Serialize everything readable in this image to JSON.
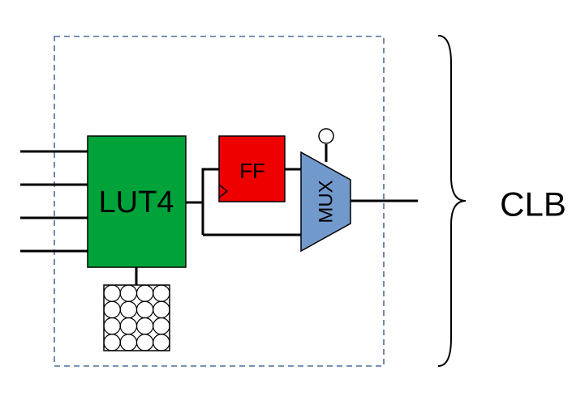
{
  "lut": {
    "label": "LUT4"
  },
  "ff": {
    "label": "FF"
  },
  "mux": {
    "label": "MUX"
  },
  "clb": {
    "label": "CLB"
  },
  "colors": {
    "lut_fill": "#00a33a",
    "ff_fill": "#ee0000",
    "mux_fill": "#7199cc",
    "boundary_stroke": "#4a6e9a",
    "wire": "#000000"
  },
  "icons": {
    "memory": "sram-cell-grid-icon",
    "brace": "right-curly-brace-icon",
    "select": "select-input-circle-icon"
  }
}
